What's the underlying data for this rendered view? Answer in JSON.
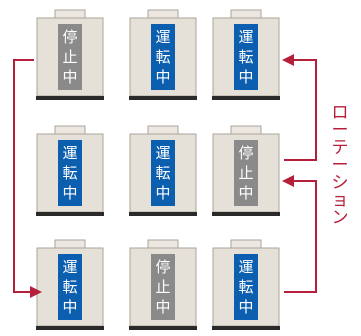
{
  "colors": {
    "running": "#0b5fae",
    "stopped": "#8a8a8a",
    "arrow": "#b51f3a",
    "unit_body": "#e6e1d8",
    "unit_base": "#2a2a2a"
  },
  "rotation_label": "ローテーション",
  "rows": [
    {
      "units": [
        {
          "status": "stopped",
          "label": "停止中"
        },
        {
          "status": "running",
          "label": "運転中"
        },
        {
          "status": "running",
          "label": "運転中"
        }
      ]
    },
    {
      "units": [
        {
          "status": "running",
          "label": "運転中"
        },
        {
          "status": "running",
          "label": "運転中"
        },
        {
          "status": "stopped",
          "label": "停止中"
        }
      ]
    },
    {
      "units": [
        {
          "status": "running",
          "label": "運転中"
        },
        {
          "status": "stopped",
          "label": "停止中"
        },
        {
          "status": "running",
          "label": "運転中"
        }
      ]
    }
  ]
}
